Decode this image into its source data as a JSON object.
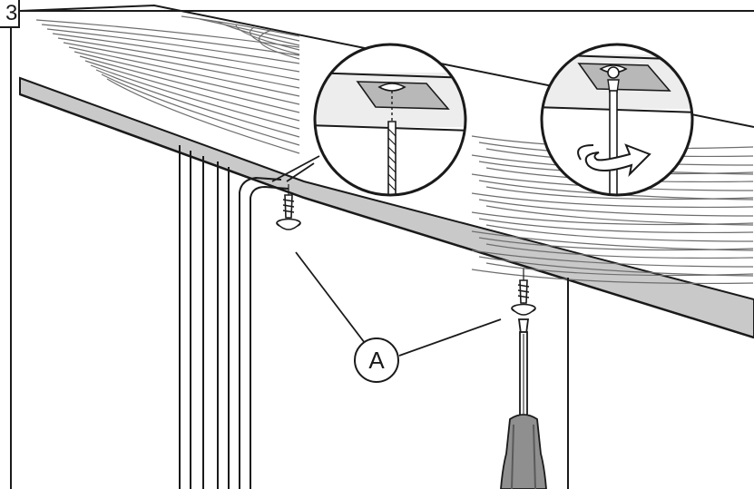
{
  "figure": {
    "step_number": "3",
    "callout_label": "A"
  },
  "colors": {
    "outline": "#1a1a1a",
    "countertop_edge": "#c9c9c9",
    "grain_line": "#6e6e6e",
    "bracket_fill": "#b8b8b8",
    "handle_fill": "#8f8f8f"
  },
  "icons": {
    "step_badge": "step-number-box",
    "callout": "callout-circle",
    "rotation": "clockwise-rotation-arrow"
  }
}
